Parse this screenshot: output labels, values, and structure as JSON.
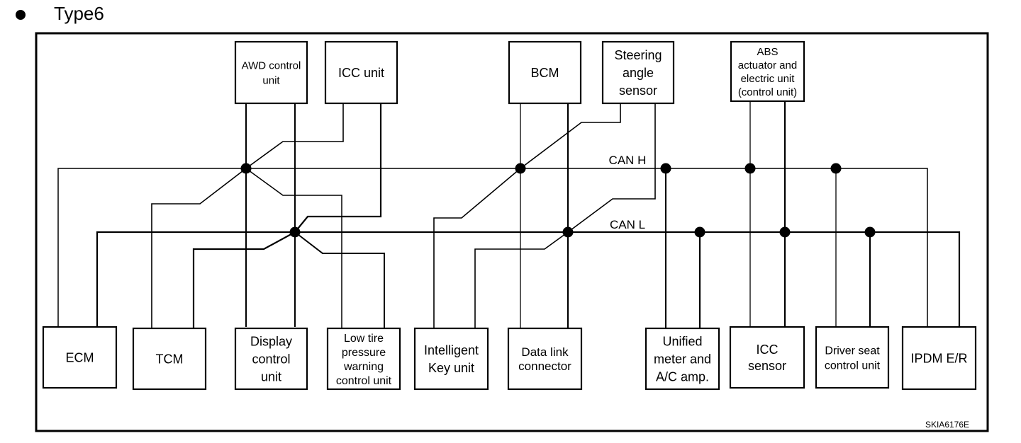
{
  "heading": {
    "bullet_icon": "filled-circle-bullet",
    "title": "Type6"
  },
  "diagram": {
    "bus_labels": {
      "can_h": "CAN H",
      "can_l": "CAN L"
    },
    "figure_code": "SKIA6176E",
    "top_units": [
      {
        "id": "awd",
        "lines": [
          "AWD control",
          "unit"
        ]
      },
      {
        "id": "icc-unit",
        "lines": [
          "ICC unit"
        ]
      },
      {
        "id": "bcm",
        "lines": [
          "BCM"
        ]
      },
      {
        "id": "steering",
        "lines": [
          "Steering",
          "angle",
          "sensor"
        ]
      },
      {
        "id": "abs",
        "lines": [
          "ABS",
          "actuator and",
          "electric unit",
          "(control unit)"
        ]
      }
    ],
    "bottom_units": [
      {
        "id": "ecm",
        "lines": [
          "ECM"
        ]
      },
      {
        "id": "tcm",
        "lines": [
          "TCM"
        ]
      },
      {
        "id": "display",
        "lines": [
          "Display",
          "control",
          "unit"
        ]
      },
      {
        "id": "low-tire",
        "lines": [
          "Low tire",
          "pressure",
          "warning",
          "control unit"
        ]
      },
      {
        "id": "intelligent-key",
        "lines": [
          "Intelligent",
          "Key unit"
        ]
      },
      {
        "id": "data-link",
        "lines": [
          "Data link",
          "connector"
        ]
      },
      {
        "id": "unified-meter",
        "lines": [
          "Unified",
          "meter and",
          "A/C amp."
        ]
      },
      {
        "id": "icc-sensor",
        "lines": [
          "ICC",
          "sensor"
        ]
      },
      {
        "id": "driver-seat",
        "lines": [
          "Driver seat",
          "control unit"
        ]
      },
      {
        "id": "ipdm",
        "lines": [
          "IPDM E/R"
        ]
      }
    ]
  }
}
